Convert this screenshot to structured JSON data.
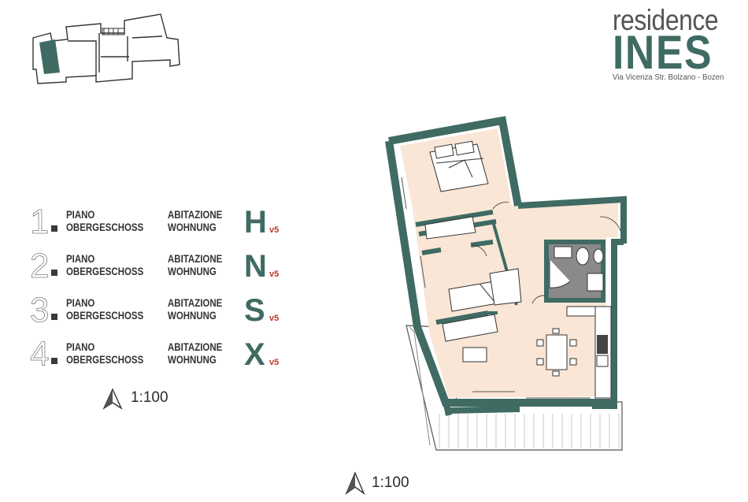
{
  "logo": {
    "line1": "residence",
    "line2": "INES",
    "address": "Via Vicenza Str. Bolzano - Bozen"
  },
  "floors": [
    {
      "number": "1",
      "label_it": "PIANO",
      "label_de": "OBERGESCHOSS",
      "type_it": "ABITAZIONE",
      "type_de": "WOHNUNG",
      "unit": "H",
      "version": "v5"
    },
    {
      "number": "2",
      "label_it": "PIANO",
      "label_de": "OBERGESCHOSS",
      "type_it": "ABITAZIONE",
      "type_de": "WOHNUNG",
      "unit": "N",
      "version": "v5"
    },
    {
      "number": "3",
      "label_it": "PIANO",
      "label_de": "OBERGESCHOSS",
      "type_it": "ABITAZIONE",
      "type_de": "WOHNUNG",
      "unit": "S",
      "version": "v5"
    },
    {
      "number": "4",
      "label_it": "PIANO",
      "label_de": "OBERGESCHOSS",
      "type_it": "ABITAZIONE",
      "type_de": "WOHNUNG",
      "unit": "X",
      "version": "v5"
    }
  ],
  "scale_left": "1:100",
  "scale_bottom": "1:100",
  "colors": {
    "wall": "#3f6b63",
    "floor": "#f9e6d6",
    "bath": "#8a8a8a",
    "accent": "#c0392b"
  },
  "icons": [
    "north-arrow-icon",
    "keyplan-icon",
    "floorplan-drawing"
  ]
}
